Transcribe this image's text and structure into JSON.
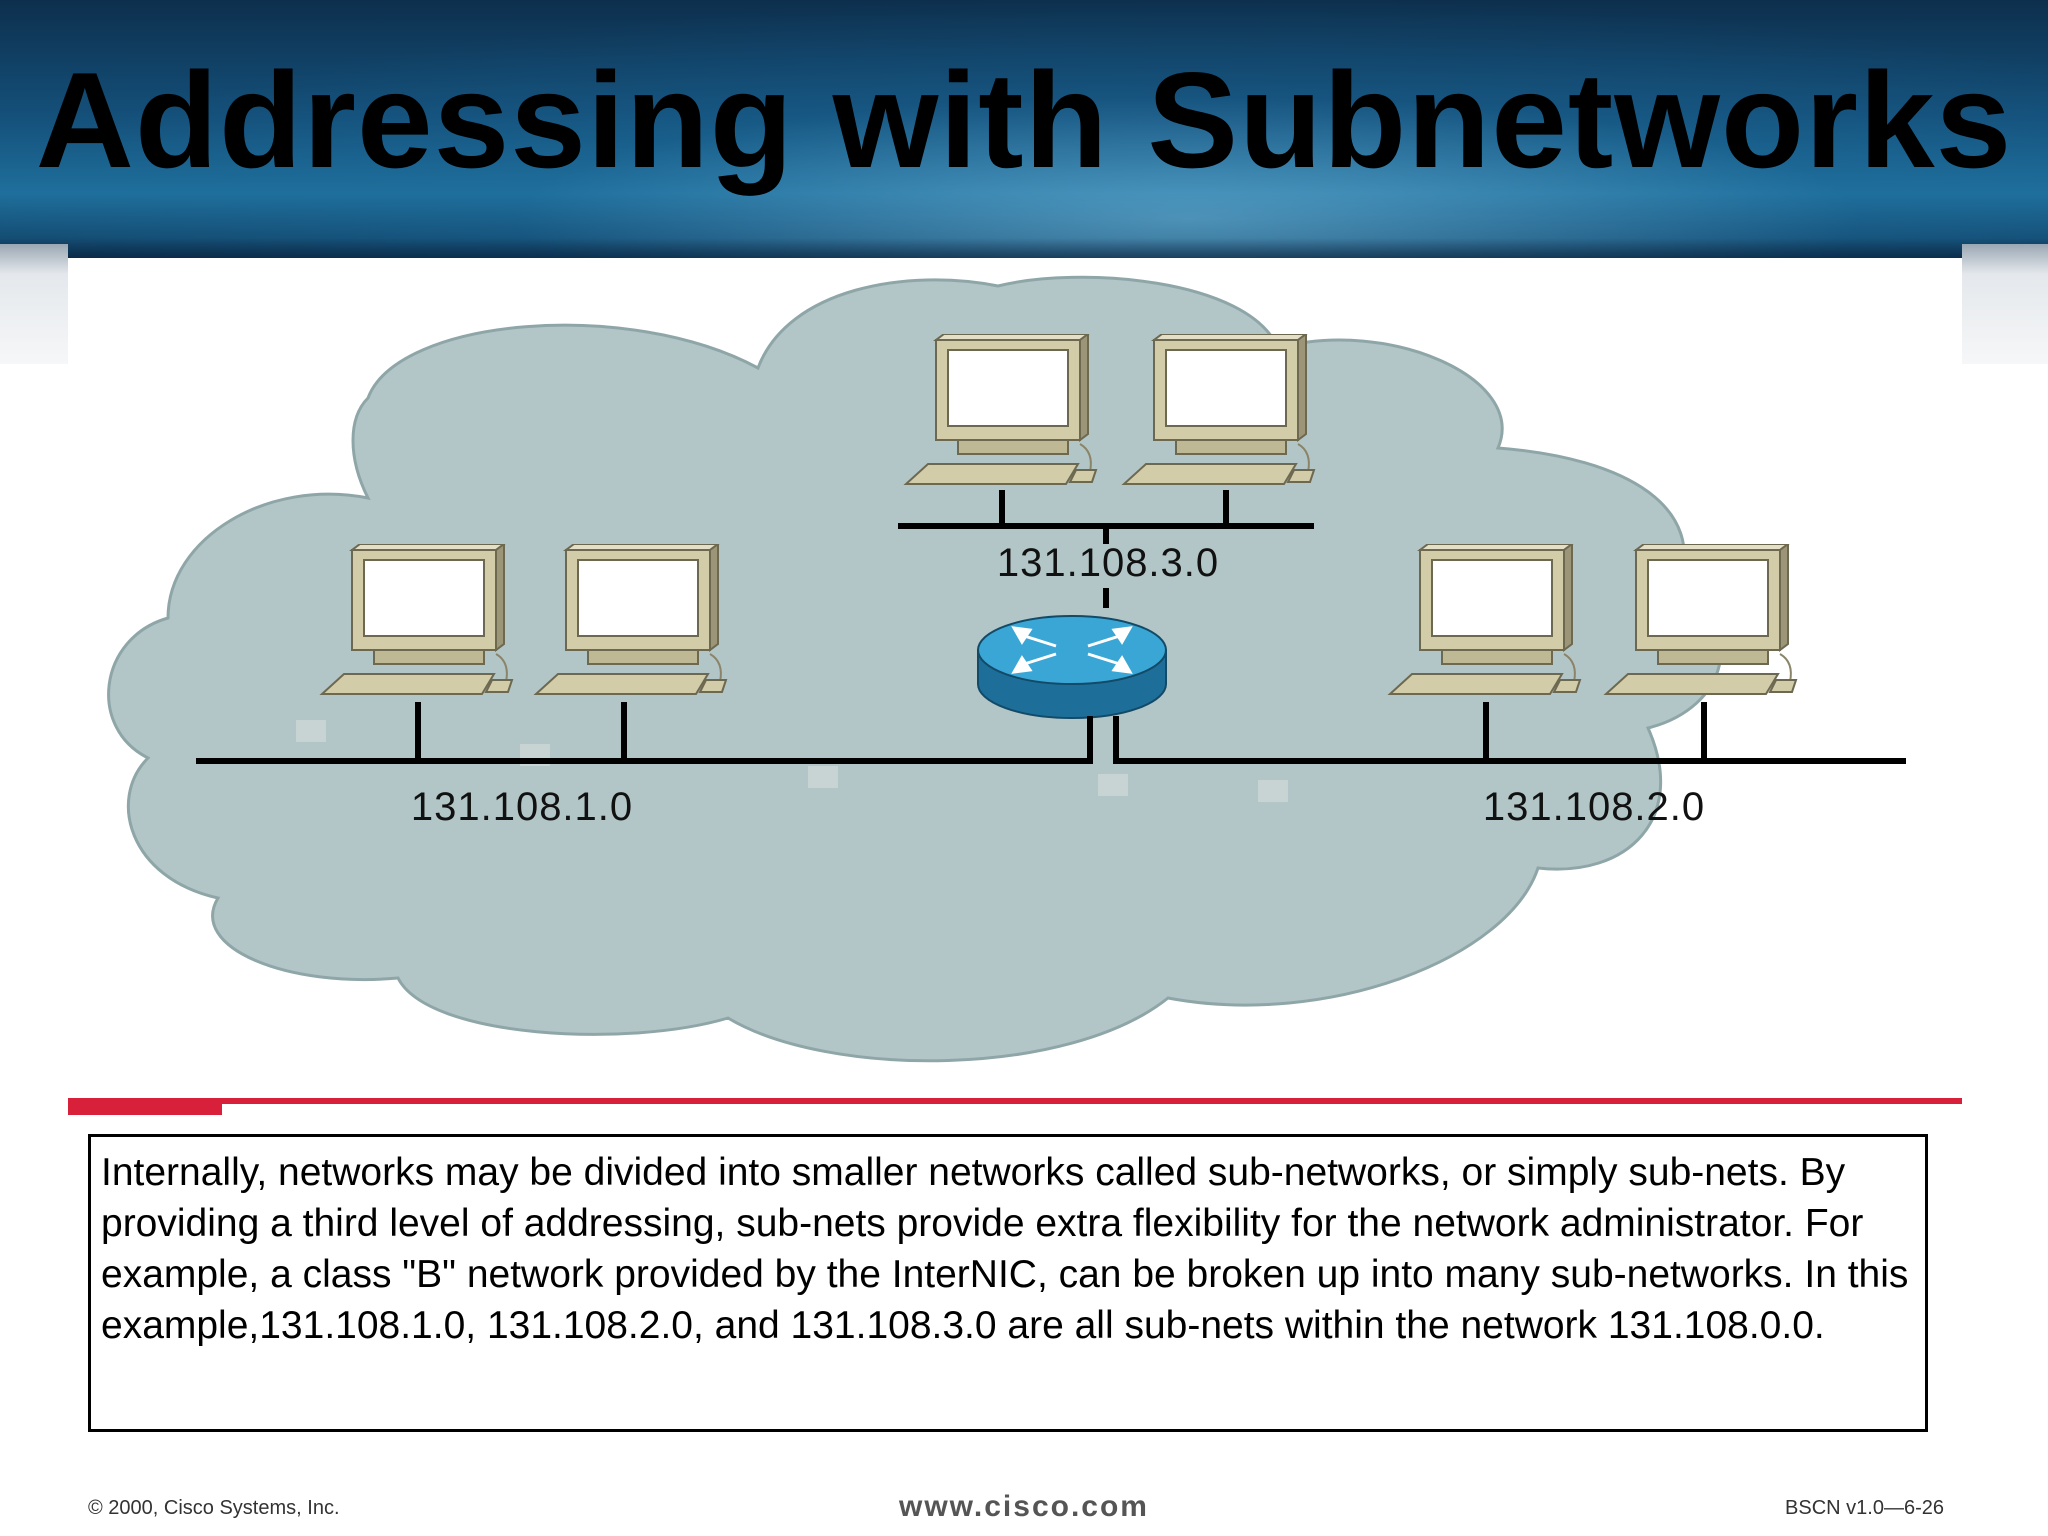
{
  "slide": {
    "title": "Addressing with Subnetworks",
    "body_text": "Internally, networks may be divided into smaller networks called sub-networks, or simply sub-nets. By providing a third level of addressing, sub-nets provide extra flexibility for the network administrator. For example, a class \"B\" network provided by the InterNIC, can be broken up into many sub-networks. In this example,131.108.1.0, 131.108.2.0, and 131.108.3.0 are all sub-nets within the network 131.108.0.0."
  },
  "diagram": {
    "subnets": [
      {
        "label": "131.108.3.0"
      },
      {
        "label": "131.108.1.0"
      },
      {
        "label": "131.108.2.0"
      }
    ],
    "icons": {
      "router": "router-icon",
      "workstation": "workstation-icon",
      "cloud": "cloud-icon"
    }
  },
  "footer": {
    "copyright": "© 2000, Cisco Systems, Inc.",
    "website": "www.cisco.com",
    "slide_id": "BSCN v1.0—6-26"
  },
  "colors": {
    "header": "#14507a",
    "cloud_fill": "#b3c6c7",
    "router": "#2a97c9",
    "workstation": "#cfc8a8",
    "divider": "#d9203a"
  }
}
